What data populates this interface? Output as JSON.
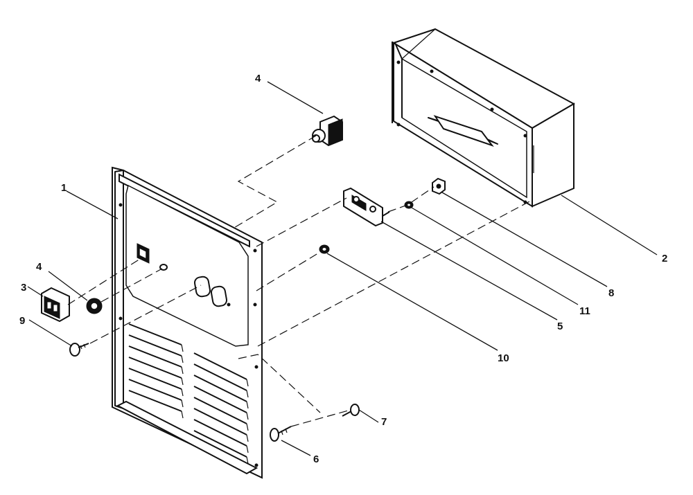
{
  "diagram": {
    "callouts": [
      {
        "id": "c1",
        "text": "1"
      },
      {
        "id": "c2",
        "text": "2"
      },
      {
        "id": "c3",
        "text": "3"
      },
      {
        "id": "c4a",
        "text": "4"
      },
      {
        "id": "c4b",
        "text": "4"
      },
      {
        "id": "c5",
        "text": "5"
      },
      {
        "id": "c6",
        "text": "6"
      },
      {
        "id": "c7",
        "text": "7"
      },
      {
        "id": "c8",
        "text": "8"
      },
      {
        "id": "c9",
        "text": "9"
      },
      {
        "id": "c10",
        "text": "10"
      },
      {
        "id": "c11",
        "text": "11"
      }
    ]
  }
}
